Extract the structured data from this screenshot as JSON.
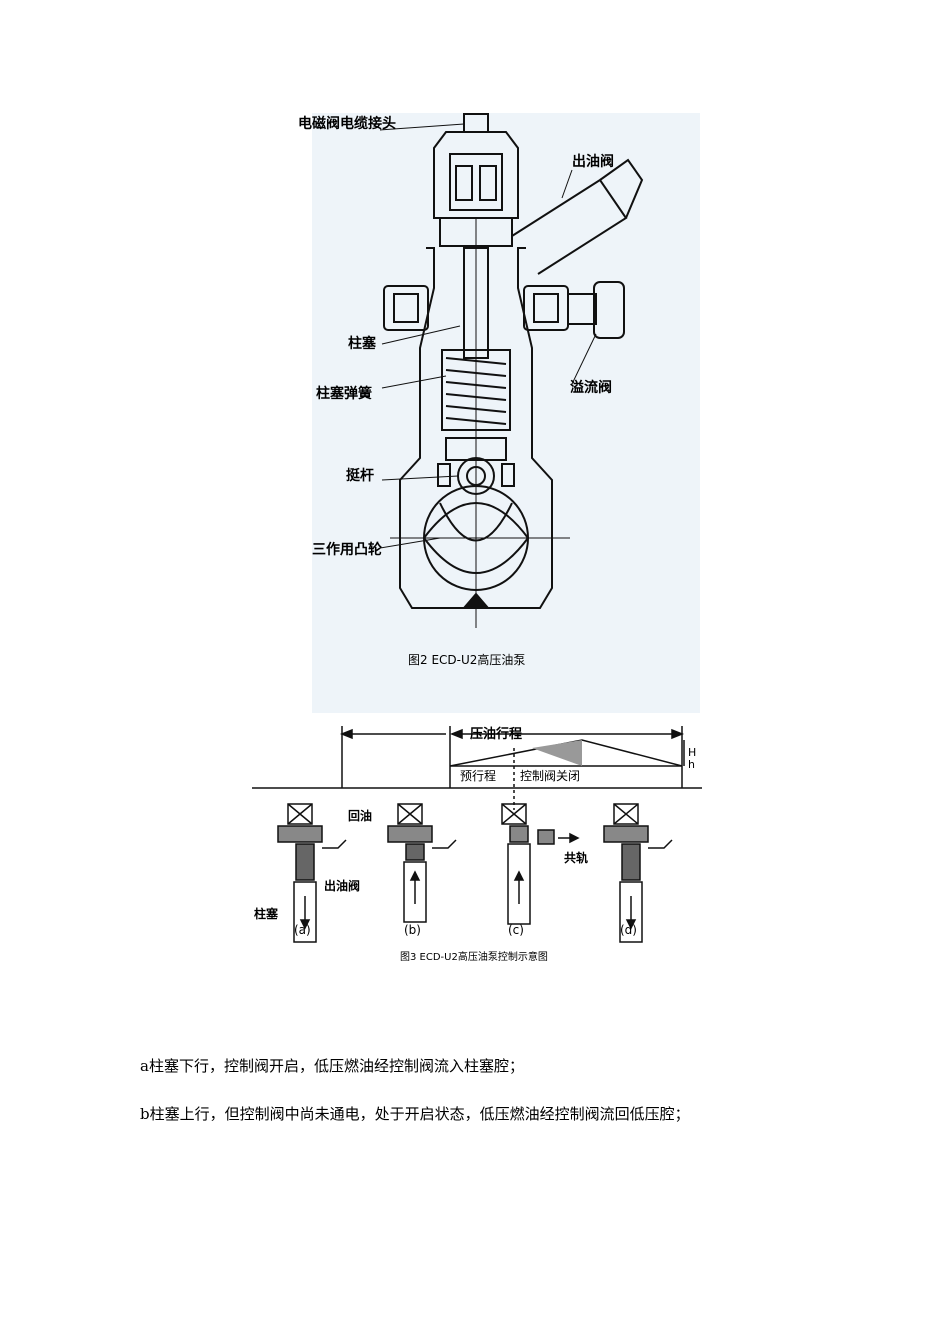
{
  "figure2": {
    "labels": {
      "solenoid_connector": "电磁阀电缆接头",
      "outlet_valve": "出油阀",
      "plunger": "柱塞",
      "plunger_spring": "柱塞弹簧",
      "overflow_valve": "溢流阀",
      "tappet": "挺杆",
      "triple_cam": "三作用凸轮"
    },
    "caption": "图2 ECD-U2高压油泵"
  },
  "figure3": {
    "top_labels": {
      "pressure_stroke": "压油行程",
      "pre_stroke": "预行程",
      "control_valve_closed": "控制阀关闭",
      "H": "H",
      "h": "h"
    },
    "labels": {
      "return_oil": "回油",
      "common_rail": "共轨",
      "outlet_valve": "出油阀",
      "plunger": "柱塞"
    },
    "panels": [
      "(a)",
      "(b)",
      "(c)",
      "(d)"
    ],
    "caption": "图3 ECD-U2高压油泵控制示意图"
  },
  "paragraphs": {
    "a": "a柱塞下行，控制阀开启，低压燃油经控制阀流入柱塞腔；",
    "b": "b柱塞上行，但控制阀中尚未通电，处于开启状态，低压燃油经控制阀流回低压腔；"
  }
}
